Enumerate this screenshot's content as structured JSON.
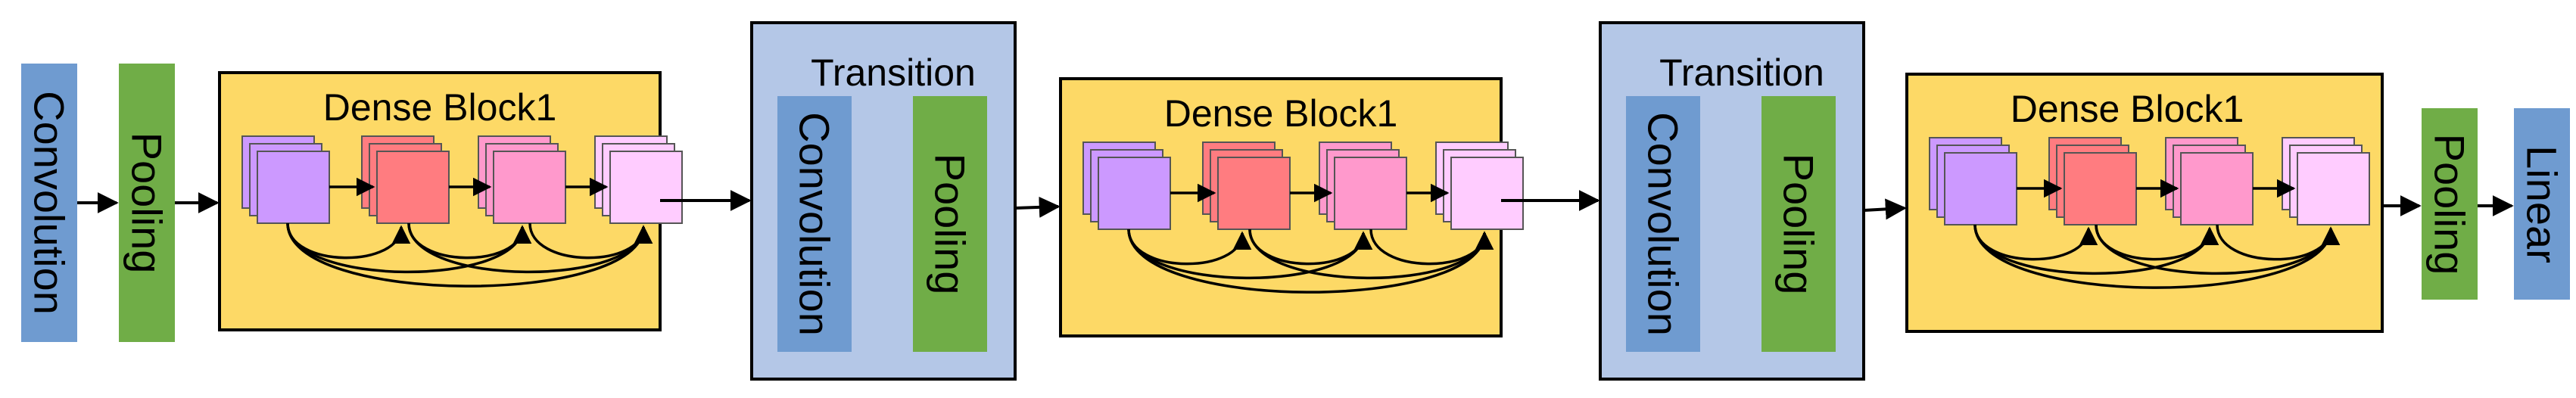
{
  "labels": {
    "convolution": "Convolution",
    "pooling": "Pooling",
    "dense_block": "Dense Block1",
    "transition": "Transition",
    "linear": "Linear"
  },
  "colors": {
    "convolution": "#6f9bd0",
    "pooling": "#70ad47",
    "linear": "#6f9bd0",
    "dense_block_bg": "#fdd966",
    "transition_bg": "#b4c7e7",
    "layer_1": "#cc99ff",
    "layer_2": "#ff7c80",
    "layer_3": "#ff99cc",
    "layer_4": "#ffccff"
  },
  "icons": {
    "arrow": "arrow-right-icon",
    "skip_connection": "curved-arrow-icon"
  }
}
